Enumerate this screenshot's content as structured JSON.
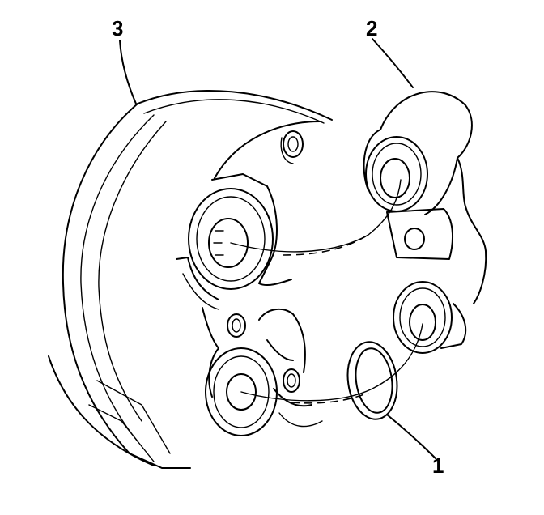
{
  "callouts": {
    "label_1": "1",
    "label_2": "2",
    "label_3": "3"
  },
  "icons": {
    "compressor_housing": "compressor-housing-icon",
    "hose_block": "hose-block-icon",
    "o_ring_seal": "o-ring-seal-icon"
  },
  "colors": {
    "line": "#000000",
    "background": "#ffffff"
  }
}
